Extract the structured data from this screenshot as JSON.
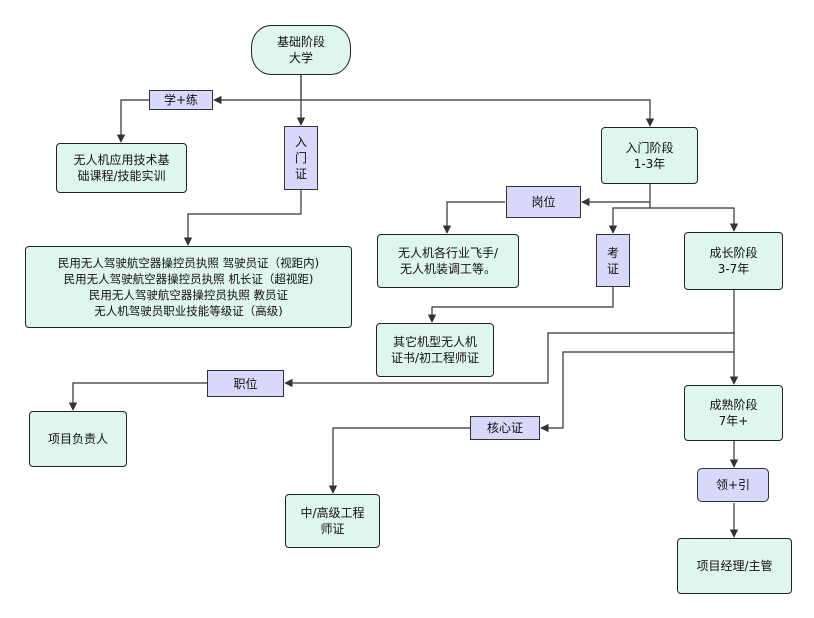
{
  "nodes": {
    "start": [
      "基础阶段",
      "大学"
    ],
    "learn_tag": "学+练",
    "uav_course": [
      "无人机应用技术基",
      "础课程/技能实训"
    ],
    "entry_tag": [
      "入",
      "门",
      "证"
    ],
    "licenses": [
      "民用无人驾驶航空器操控员执照 驾驶员证（视距内)",
      "民用无人驾驶航空器操控员执照 机长证（超视距)",
      "民用无人驾驶航空器操控员执照 教员证",
      "无人机驾驶员职业技能等级证（高级)"
    ],
    "entry_stage": [
      "入门阶段",
      "1-3年"
    ],
    "post_tag": "岗位",
    "pilot_jobs": [
      "无人机各行业飞手/",
      "无人机装调工等。"
    ],
    "exam_tag": [
      "考",
      "证"
    ],
    "other_certs": [
      "其它机型无人机",
      "证书/初工程师证"
    ],
    "growth_stage": [
      "成长阶段",
      "3-7年"
    ],
    "position_tag": "职位",
    "project_lead": "项目负责人",
    "core_tag": "核心证",
    "mid_engineer": [
      "中/高级工程",
      "师证"
    ],
    "mature_stage": [
      "成熟阶段",
      "7年+"
    ],
    "lead_tag": "领+引",
    "project_manager": "项目经理/主管"
  },
  "colors": {
    "box_fill": "#dff5f0",
    "tag_fill": "#d8d8fb",
    "line": "#333333"
  }
}
